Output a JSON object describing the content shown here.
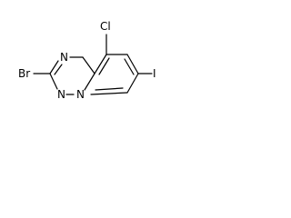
{
  "molecule": {
    "atoms": {
      "chlorine": "Cl",
      "bromine": "Br",
      "iodine": "I",
      "nitrogen_top": "N",
      "nitrogen_bottom": "N",
      "nitrogen_bridge": "N"
    }
  }
}
